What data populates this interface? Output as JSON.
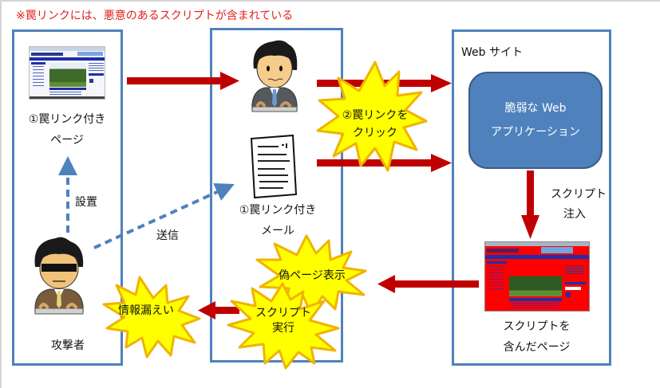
{
  "note": "※罠リンクには、悪意のあるスクリプトが含まれている",
  "panels": {
    "trap_page": {
      "label_line1": "①罠リンク付き",
      "label_line2": "ページ"
    },
    "attacker": {
      "label": "攻撃者"
    },
    "victim": {
      "mail_label_line1": "①罠リンク付き",
      "mail_label_line2": "メール"
    },
    "website": {
      "title": "Web サイト",
      "webapp_line1": "脆弱な Web",
      "webapp_line2": "アプリケーション",
      "injected_page_line1": "スクリプトを",
      "injected_page_line2": "含んだページ"
    }
  },
  "arrows": {
    "install": "設置",
    "send": "送信",
    "inject_line1": "スクリプト",
    "inject_line2": "注入"
  },
  "bursts": {
    "click_line1": "②罠リンクを",
    "click_line2": "クリック",
    "fake_page": "偽ページ表示",
    "script_exec_line1": "スクリプト",
    "script_exec_line2": "実行",
    "leak": "情報漏えい"
  },
  "colors": {
    "note_text": "#e0201b",
    "panel_border": "#4f81bd",
    "arrow_red": "#c00000",
    "arrow_blue_dashed": "#4f81bd",
    "burst_fill": "#ffff00",
    "burst_stroke": "#f0b400",
    "webapp_fill": "#4f81bd",
    "injected_page_bg": "#ff0000"
  }
}
